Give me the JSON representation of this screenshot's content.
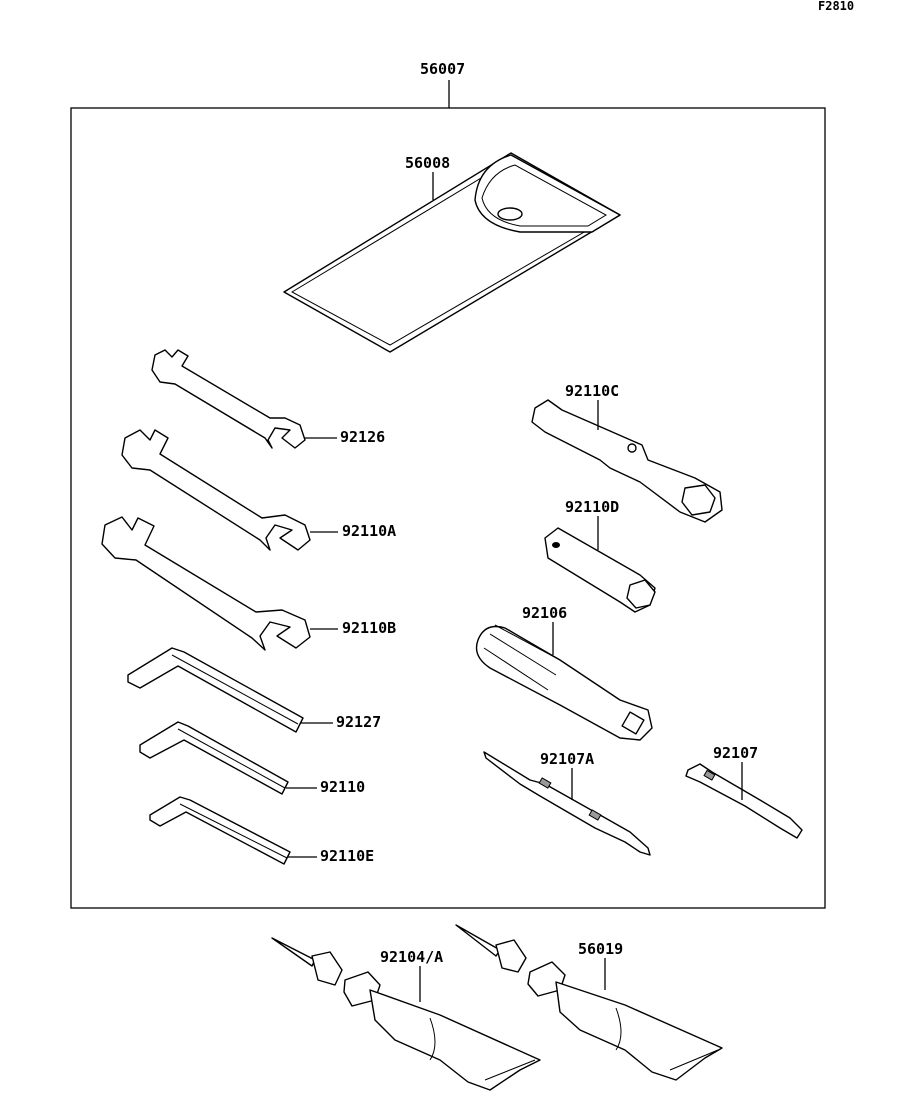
{
  "figure_code": "F2810",
  "parts": {
    "tool_kit": "56007",
    "tool_bag": "56008",
    "wrench_92126": "92126",
    "wrench_92110A": "92110A",
    "wrench_92110B": "92110B",
    "hex_92127": "92127",
    "hex_92110": "92110",
    "hex_92110E": "92110E",
    "box_wrench_92110C": "92110C",
    "box_wrench_92110D": "92110D",
    "handle_92106": "92106",
    "driver_92107A": "92107A",
    "driver_92107": "92107",
    "grease_92104A": "92104/A",
    "grease_56019": "56019"
  }
}
